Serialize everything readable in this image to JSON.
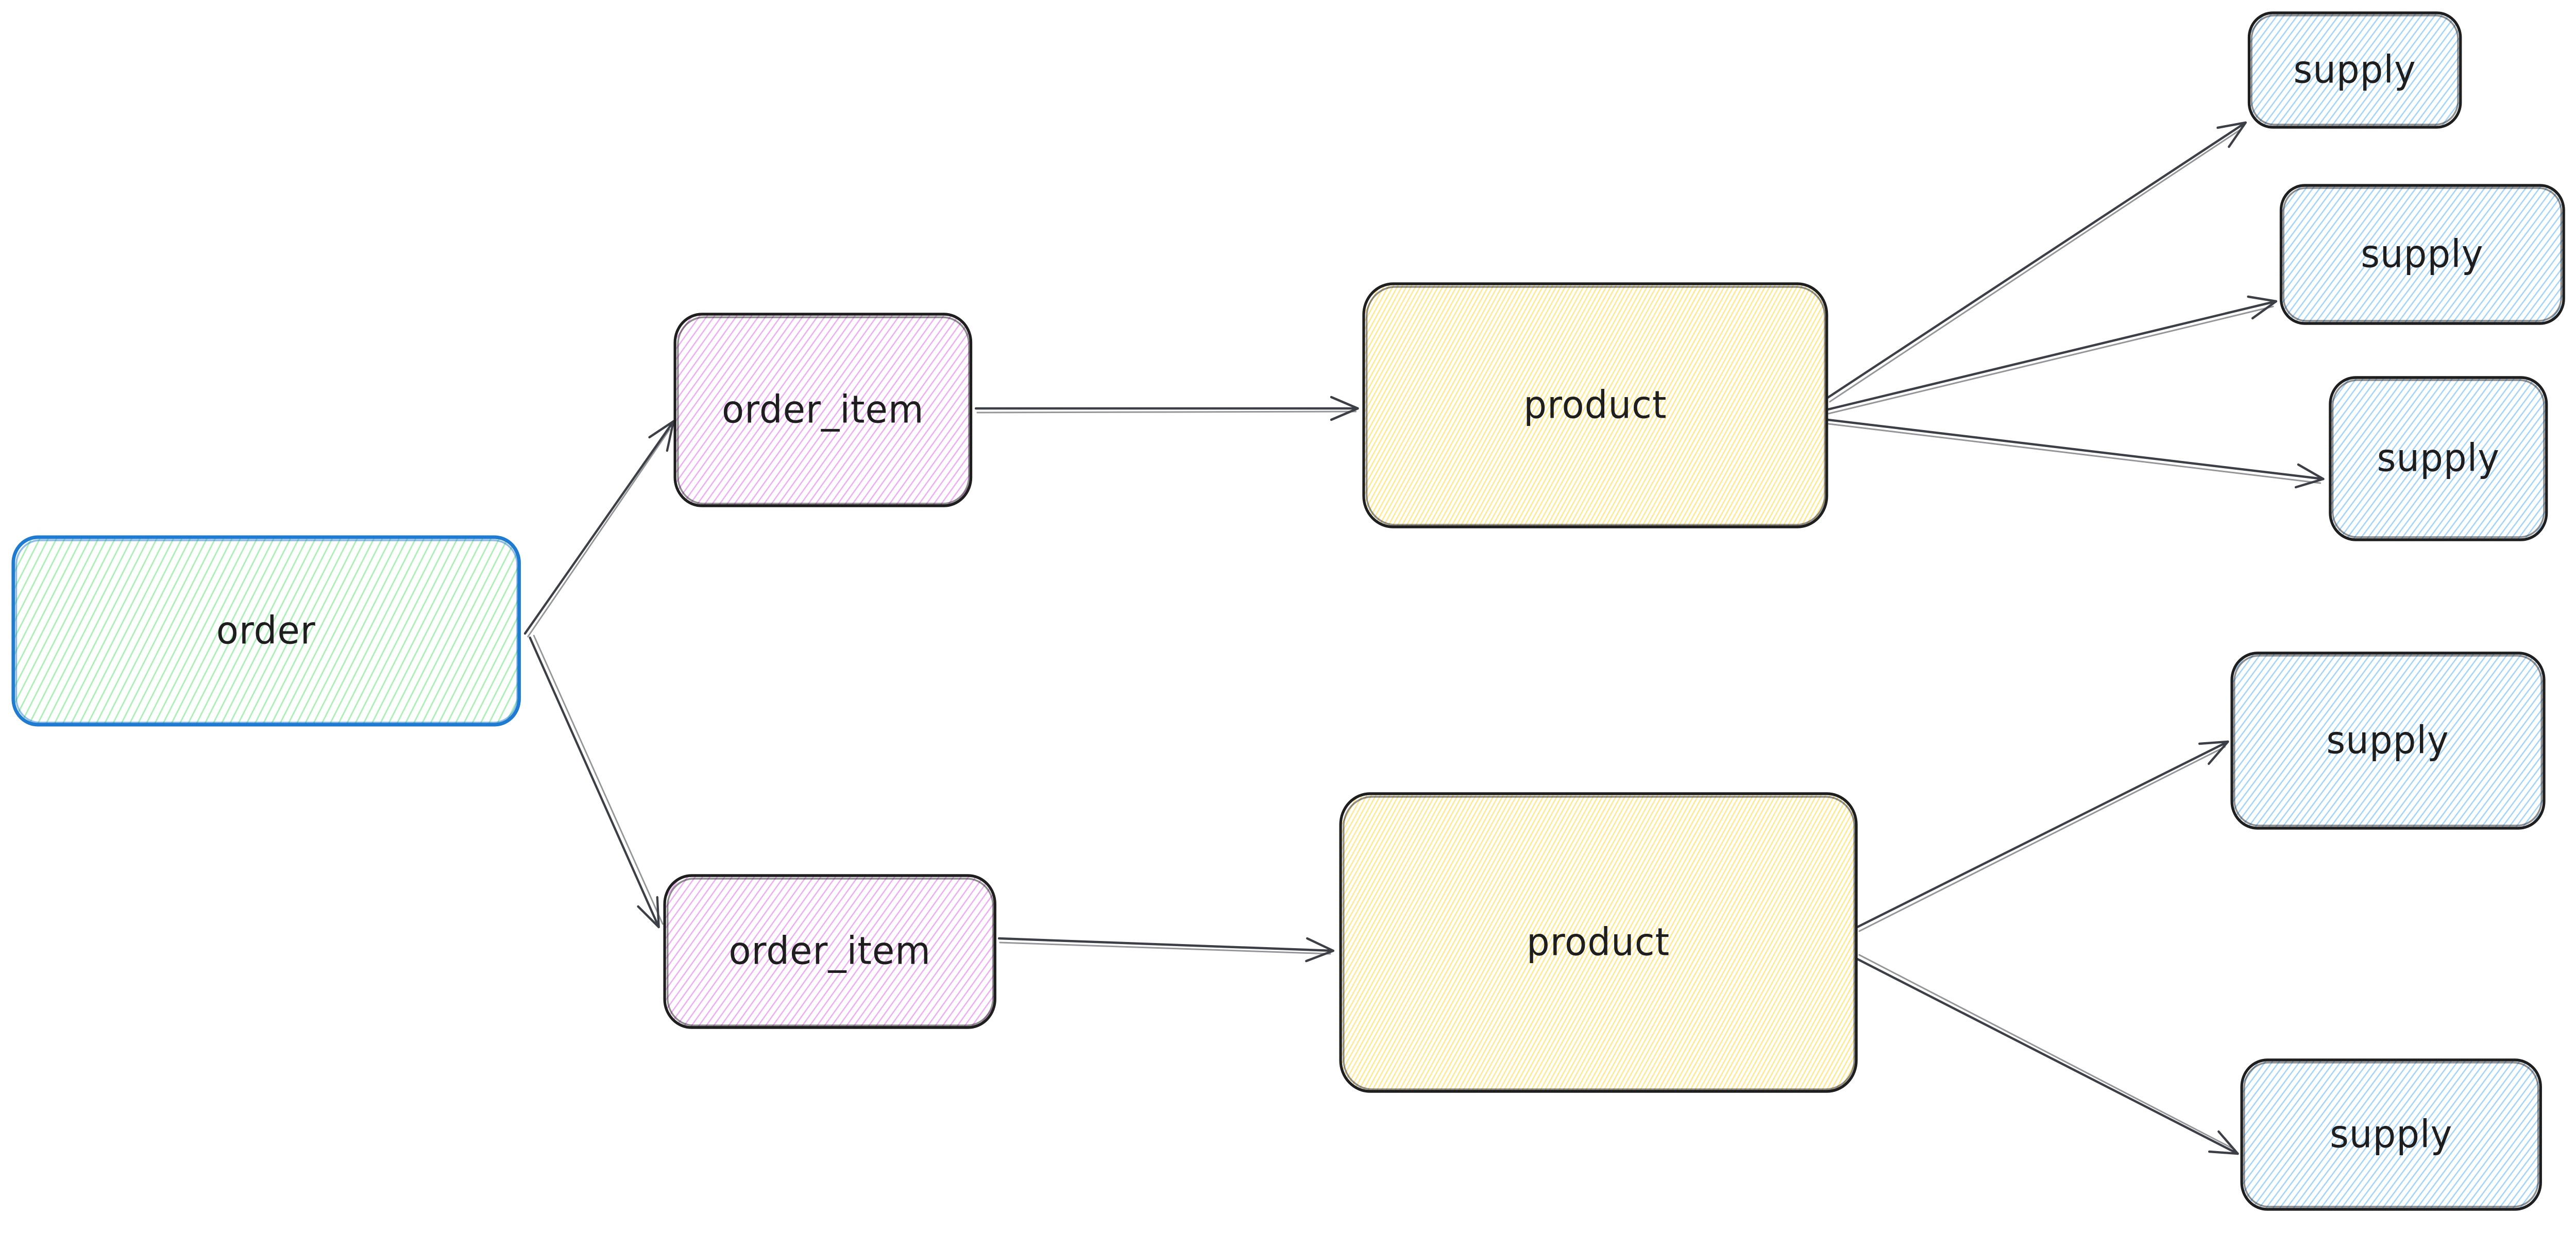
{
  "diagram": {
    "title": "order-product-supply-diagram",
    "background": "#ffffff",
    "arrow_color": "#3c4046",
    "palette": {
      "green_hatch": "#a9efb5",
      "violet_hatch": "#eeaaf4",
      "yellow_hatch": "#ffe78a",
      "blue_hatch": "#9fd2fb",
      "box_stroke": "#1e1e1e",
      "order_stroke": "#1f7ad1",
      "text": "#1e1e1e"
    },
    "nodes": [
      {
        "id": "order",
        "label": "order",
        "stroke": "#1f7ad1",
        "hatch": "#a9efb5"
      },
      {
        "id": "order_item_1",
        "label": "order_item",
        "stroke": "#1e1e1e",
        "hatch": "#eeaaf4"
      },
      {
        "id": "order_item_2",
        "label": "order_item",
        "stroke": "#1e1e1e",
        "hatch": "#eeaaf4"
      },
      {
        "id": "product_1",
        "label": "product",
        "stroke": "#1e1e1e",
        "hatch": "#ffe78a"
      },
      {
        "id": "product_2",
        "label": "product",
        "stroke": "#1e1e1e",
        "hatch": "#ffe78a"
      },
      {
        "id": "supply_1",
        "label": "supply",
        "stroke": "#1e1e1e",
        "hatch": "#9fd2fb"
      },
      {
        "id": "supply_2",
        "label": "supply",
        "stroke": "#1e1e1e",
        "hatch": "#9fd2fb"
      },
      {
        "id": "supply_3",
        "label": "supply",
        "stroke": "#1e1e1e",
        "hatch": "#9fd2fb"
      },
      {
        "id": "supply_4",
        "label": "supply",
        "stroke": "#1e1e1e",
        "hatch": "#9fd2fb"
      },
      {
        "id": "supply_5",
        "label": "supply",
        "stroke": "#1e1e1e",
        "hatch": "#9fd2fb"
      }
    ],
    "edges": [
      {
        "from": "order",
        "to": "order_item_1"
      },
      {
        "from": "order",
        "to": "order_item_2"
      },
      {
        "from": "order_item_1",
        "to": "product_1"
      },
      {
        "from": "order_item_2",
        "to": "product_2"
      },
      {
        "from": "product_1",
        "to": "supply_1"
      },
      {
        "from": "product_1",
        "to": "supply_2"
      },
      {
        "from": "product_1",
        "to": "supply_3"
      },
      {
        "from": "product_2",
        "to": "supply_4"
      },
      {
        "from": "product_2",
        "to": "supply_5"
      }
    ]
  }
}
